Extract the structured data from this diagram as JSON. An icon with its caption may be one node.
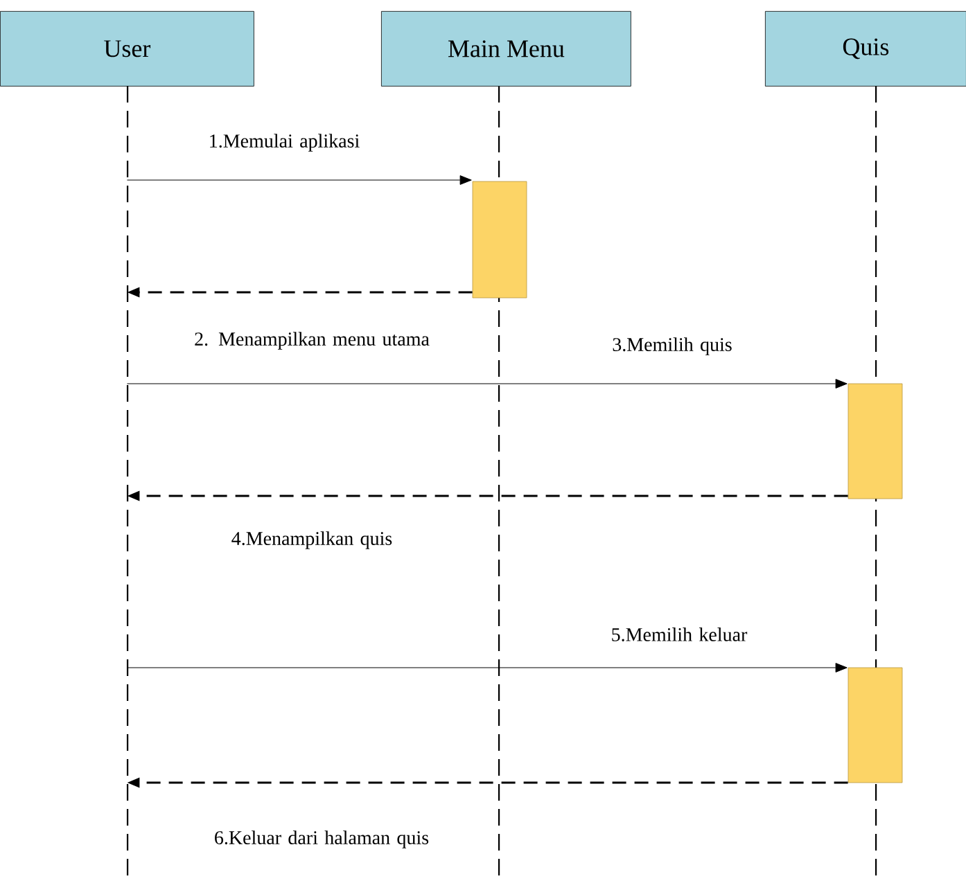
{
  "diagram": {
    "nodes": [
      {
        "text": [
          "User"
        ]
      },
      {
        "text": [
          "Main Menu"
        ]
      },
      {
        "text": [
          "Quis"
        ]
      },
      {
        "text": [],
        "shape": "bar"
      },
      {
        "text": [],
        "shape": "bar"
      },
      {
        "text": [],
        "shape": "bar"
      }
    ],
    "edges": [
      {
        "from": 0,
        "to": 3,
        "arrow": "to",
        "label": "1.Memulai aplikasi"
      },
      {
        "from": 3,
        "to": 0,
        "arrow": "to",
        "style": "dashed",
        "label": "2. Menampilkan menu utama"
      },
      {
        "from": 0,
        "to": 4,
        "arrow": "to",
        "label": "3.Memilih quis"
      },
      {
        "from": 4,
        "to": 0,
        "arrow": "to",
        "style": "dashed",
        "label": "4.Menampilkan quis"
      },
      {
        "from": 0,
        "to": 5,
        "arrow": "to",
        "label": "5.Memilih keluar"
      },
      {
        "from": 5,
        "to": 0,
        "arrow": "to",
        "style": "dashed",
        "label": "6.Keluar dari halaman quis"
      }
    ]
  }
}
